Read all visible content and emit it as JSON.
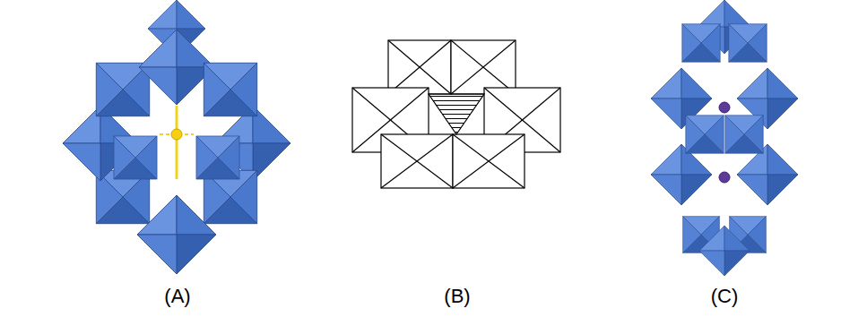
{
  "diagram": {
    "labels": [
      "(A)",
      "(B)",
      "(C)"
    ]
  }
}
